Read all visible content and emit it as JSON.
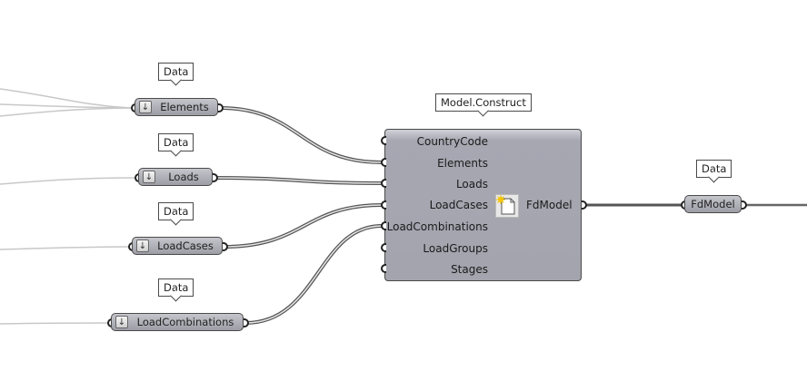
{
  "tooltips": {
    "elements": "Data",
    "loads": "Data",
    "loadcases": "Data",
    "loadcombinations": "Data",
    "component": "Model.Construct",
    "fdmodel": "Data"
  },
  "params": {
    "elements": "Elements",
    "loads": "Loads",
    "loadcases": "LoadCases",
    "loadcombinations": "LoadCombinations",
    "fdmodel": "FdModel"
  },
  "component": {
    "name": "Model.Construct",
    "inputs": [
      "CountryCode",
      "Elements",
      "Loads",
      "LoadCases",
      "LoadCombinations",
      "LoadGroups",
      "Stages"
    ],
    "output": "FdModel",
    "icon": "new-document-icon"
  },
  "icons": {
    "param_arrow": "↓"
  }
}
